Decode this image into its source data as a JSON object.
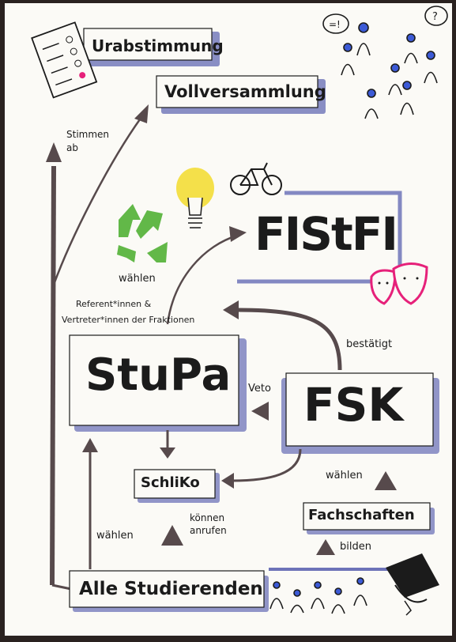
{
  "diagram": {
    "boxes": {
      "urabstimmung": "Urabstimmung",
      "vollversammlung": "Vollversammlung",
      "stupa": "StuPa",
      "fsk": "FSK",
      "fisfi": "FIStFI",
      "schliko": "SchliKo",
      "fachschaften": "Fachschaften",
      "alle": "Alle Studierenden"
    },
    "edges": {
      "stimmen_ab_1": "Stimmen",
      "stimmen_ab_2": "ab",
      "waehlen_top": "wählen",
      "referent_1": "Referent*innen &",
      "referent_2": "Vertreter*innen der Fraktionen",
      "bestaetigt": "bestätigt",
      "veto": "Veto",
      "waehlen_fsk": "wählen",
      "koennen_1": "können",
      "koennen_2": "anrufen",
      "waehlen_bottom": "wählen",
      "bilden": "bilden"
    },
    "colors": {
      "paper": "#fbfaf6",
      "ink": "#1b1b1b",
      "shadow": "#6d73b8",
      "arrow": "#574a4c",
      "green": "#62b848",
      "yellow": "#f4e04a",
      "magenta": "#e6217a",
      "blue": "#3c5ad6"
    },
    "icons": [
      "ballot-icon",
      "people-discussion-icon",
      "recycle-icon",
      "lightbulb-icon",
      "bicycle-icon",
      "theater-masks-icon",
      "people-icon",
      "graduation-cap-icon"
    ]
  }
}
